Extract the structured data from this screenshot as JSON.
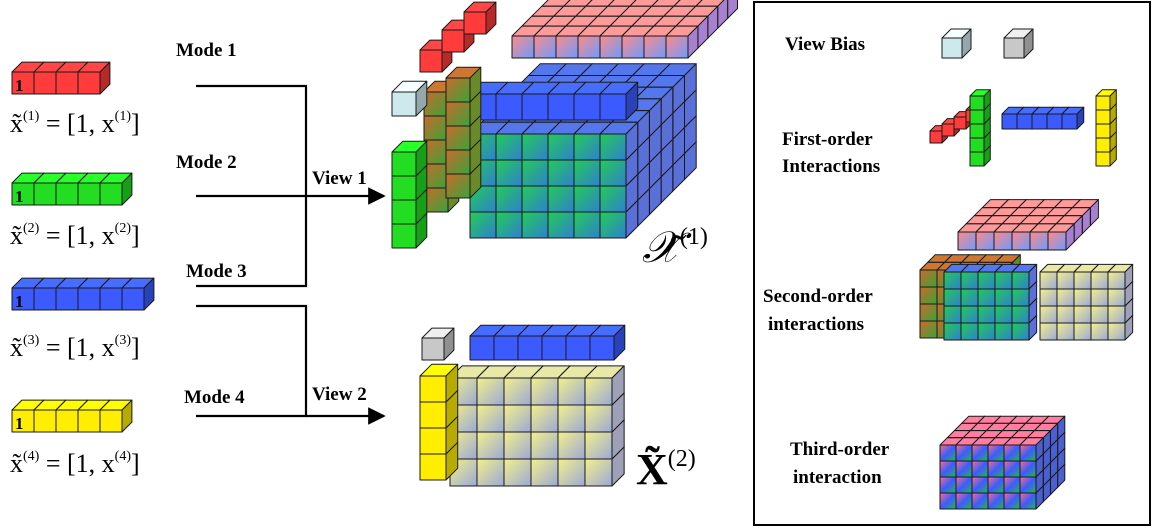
{
  "modes": [
    {
      "label": "Mode 1",
      "bar_color": "#ff3b3b",
      "cubes": 4,
      "badge": "1",
      "eq_base": "x̃",
      "eq_sup": "(1)",
      "eq_rhs_a": " = [1, x",
      "eq_rhs_sup": "(1)",
      "eq_rhs_b": "]"
    },
    {
      "label": "Mode 2",
      "bar_color": "#22dd22",
      "cubes": 5,
      "badge": "1",
      "eq_base": "x̃",
      "eq_sup": "(2)",
      "eq_rhs_a": " = [1, x",
      "eq_rhs_sup": "(2)",
      "eq_rhs_b": "]"
    },
    {
      "label": "Mode 3",
      "bar_color": "#3b5bff",
      "cubes": 6,
      "badge": "1",
      "eq_base": "x̃",
      "eq_sup": "(3)",
      "eq_rhs_a": " = [1, x",
      "eq_rhs_sup": "(3)",
      "eq_rhs_b": "]"
    },
    {
      "label": "Mode 4",
      "bar_color": "#ffee00",
      "cubes": 5,
      "badge": "1",
      "eq_base": "x̃",
      "eq_sup": "(4)",
      "eq_rhs_a": " = [1, x",
      "eq_rhs_sup": "(4)",
      "eq_rhs_b": "]"
    }
  ],
  "views": [
    {
      "label": "View 1",
      "tensor_symbol": "𝒳̃",
      "tensor_sup": "(1)"
    },
    {
      "label": "View 2",
      "tensor_symbol": "X̃",
      "tensor_sup": "(2)"
    }
  ],
  "legend": {
    "view_bias": "View Bias",
    "first_order_1": "First-order",
    "first_order_2": "Interactions",
    "second_order_1": "Second-order",
    "second_order_2": "interactions",
    "third_order_1": "Third-order",
    "third_order_2": "interaction"
  },
  "colors": {
    "red": "#ff3b3b",
    "green": "#22dd22",
    "blue": "#3b5bff",
    "yellow": "#ffee00",
    "bias_light": "#cde9ee",
    "bias_gray": "#c8c8c8"
  }
}
